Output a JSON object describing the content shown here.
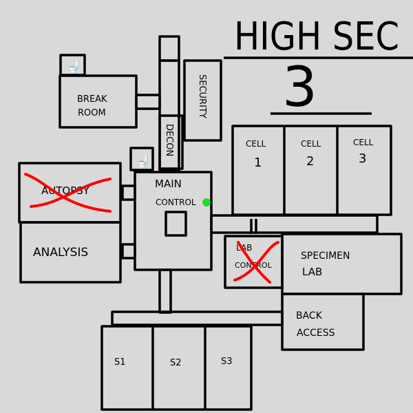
{
  "title": "HIGH SEC",
  "sector_number": "3",
  "rooms": {
    "break_room": [
      "BREAK",
      "ROOM"
    ],
    "security": "SECURITY",
    "decon": "DECON",
    "autopsy": "AUTOPSY",
    "analysis": "ANALYSIS",
    "main_control": [
      "MAIN",
      "CONTROL"
    ],
    "cells": [
      [
        "CELL",
        "1"
      ],
      [
        "CELL",
        "2"
      ],
      [
        "CELL",
        "3"
      ]
    ],
    "lab_control": [
      "LAB",
      "CONTROL"
    ],
    "specimen_lab": [
      "SPECIMEN",
      "LAB"
    ],
    "back_access": [
      "BACK",
      "ACCESS"
    ],
    "storage": [
      "S1",
      "S2",
      "S3"
    ]
  },
  "status": {
    "autopsy": "crossed-out",
    "lab_control": "crossed-out",
    "main_control": "active"
  },
  "colors": {
    "background": "#d9d9d9",
    "cross": "#ff0000",
    "marker": "#22dd22"
  },
  "icons": [
    "toilet-icon",
    "toilet-icon"
  ]
}
